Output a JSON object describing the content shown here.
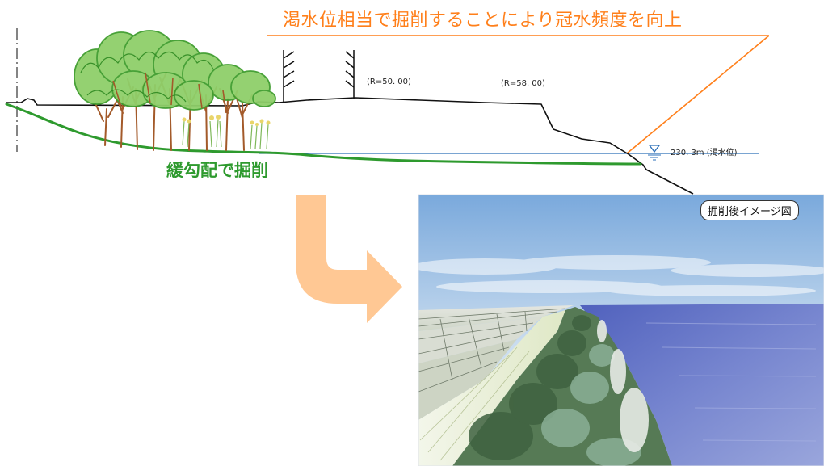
{
  "title": "渇水位相当で掘削することにより冠水頻度を向上",
  "excavation_label": "緩勾配で掘削",
  "radius_labels": [
    "(R=50. 00)",
    "(R=58. 00)"
  ],
  "water_level_label": "230. 3m (渇水位)",
  "after_image_label": "掘削後イメージ図",
  "colors": {
    "title_orange": "#ff7f1a",
    "excavation_green": "#2e9a2e",
    "water_line_blue": "#2b6fb8",
    "arrow_peach": "#ffc894",
    "river_blue": "#5f6ec8"
  }
}
